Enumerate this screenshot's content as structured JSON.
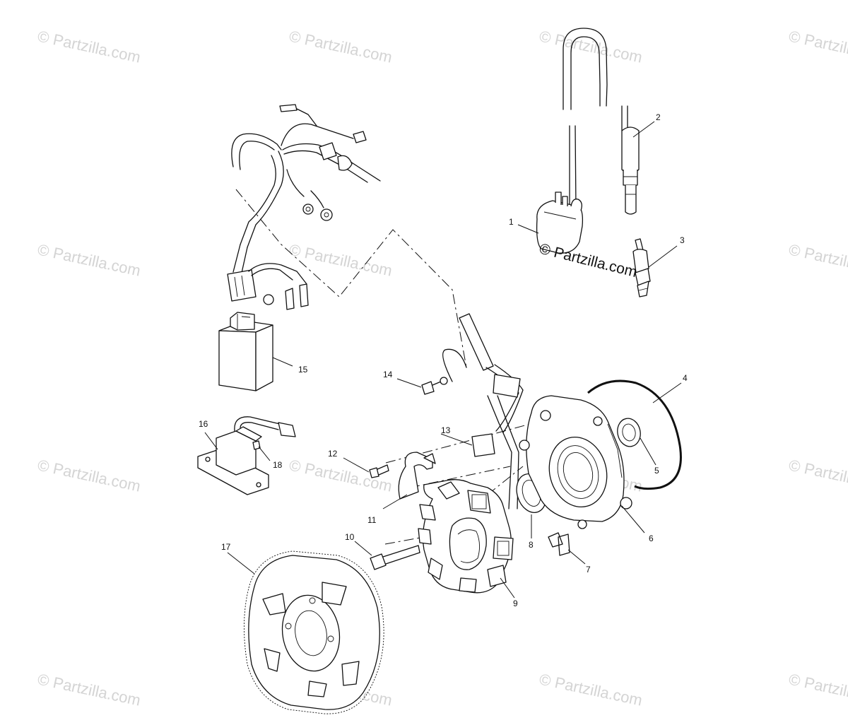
{
  "watermark": "© Partzilla.com",
  "overlay_watermark": "© Partzilla.com",
  "callouts": [
    "1",
    "2",
    "3",
    "4",
    "5",
    "6",
    "7",
    "8",
    "9",
    "10",
    "11",
    "12",
    "13",
    "14",
    "15",
    "16",
    "17",
    "18"
  ],
  "colors": {
    "line": "#111111",
    "watermark": "#d4d4d4",
    "background": "#ffffff"
  }
}
